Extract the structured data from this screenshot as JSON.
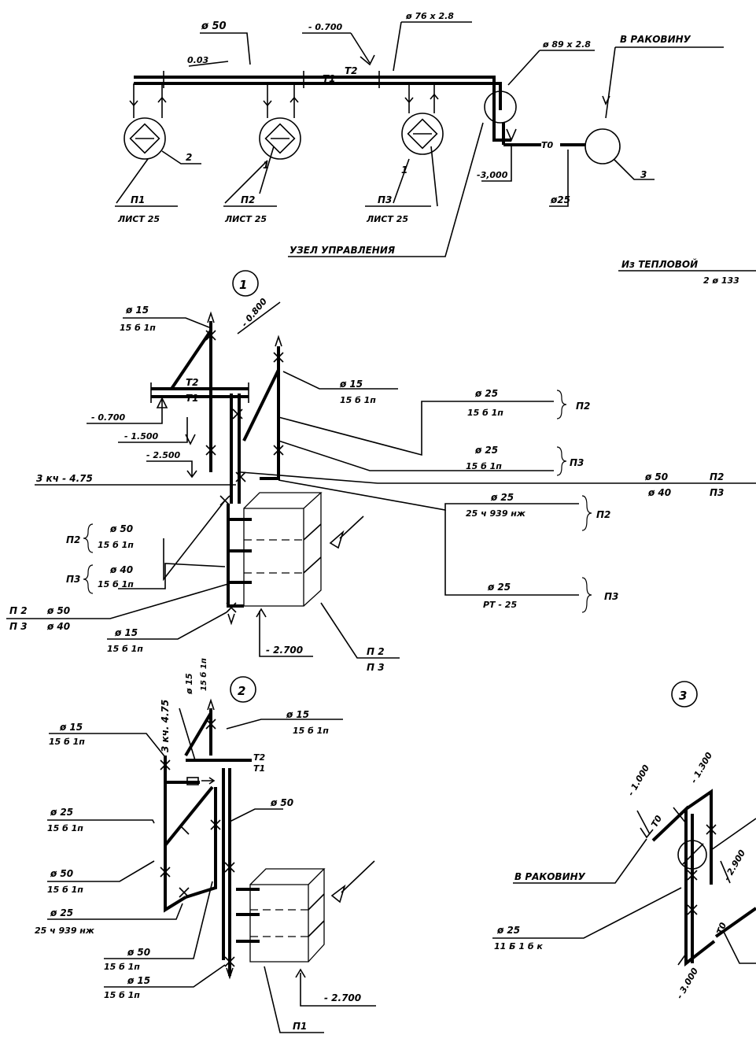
{
  "plan": {
    "d50": "ø 50",
    "d76": "ø 76 x 2.8",
    "elev_0700": "- 0.700",
    "slope": "0.03",
    "t2": "T2",
    "t1": "T1",
    "d89": "ø 89 x 2.8",
    "to_sink": "В  РАКОВИНУ",
    "t0": "T0",
    "elev_3000": "-3,000",
    "d25": "ø25",
    "num2": "2",
    "num1a": "1",
    "num1b": "1",
    "num3": "3",
    "p1": "П1",
    "p2": "П2",
    "p3": "П3",
    "sheet": "ЛИСТ 25",
    "control_unit": "УЗЕЛ УПРАВЛЕНИЯ",
    "from_network": "Из  ТЕПЛОВОЙ",
    "from_network_d": "2 ø 133"
  },
  "node1": {
    "num": "1",
    "v_d15": "ø 15",
    "v_spec": "15 б 1п",
    "elev_0800": "- 0.800",
    "r_d15": "ø 15",
    "r_spec": "15 б 1п",
    "t2": "T2",
    "t1": "T1",
    "elev_0700": "- 0.700",
    "elev_1500": "- 1.500",
    "elev_2500": "- 2.500",
    "floor": "3 кч - 4.75",
    "c1_d": "ø 25",
    "c1_spec": "15 б 1п",
    "c1_tag": "П2",
    "c2_d": "ø 25",
    "c2_spec": "15 б 1п",
    "c2_tag": "П3",
    "main_d50": "ø 50",
    "main_p2": "П2",
    "main_d40": "ø 40",
    "main_p3": "П3",
    "c3_d": "ø 25",
    "c3_spec": "25 ч 939 нж",
    "c3_tag": "П2",
    "c4_d": "ø 25",
    "c4_spec": "РТ - 25",
    "c4_tag": "П3",
    "l1_tag": "П2",
    "l1_d": "ø 50",
    "l1_spec": "15 б 1п",
    "l2_tag": "П3",
    "l2_d": "ø 40",
    "l2_spec": "15 б 1п",
    "l3_p2": "П 2",
    "l3_d50": "ø 50",
    "l3_p3": "П 3",
    "l3_d40": "ø 40",
    "b_d15": "ø 15",
    "b_spec": "15 б 1п",
    "elev_2700": "- 2.700",
    "u_p2": "П 2",
    "u_p3": "П 3"
  },
  "node2": {
    "num": "2",
    "floor": "3 кч. 4.75",
    "vd": "ø 15",
    "vspec": "15 б 1п",
    "l1_d": "ø 15",
    "l1_spec": "15 б 1п",
    "r1_d": "ø 15",
    "r1_spec": "15 б 1п",
    "t2": "T2",
    "t1": "T1",
    "d50": "ø 50",
    "l2_d": "ø 25",
    "l2_spec": "15 б 1п",
    "l3_d": "ø 50",
    "l3_spec": "15 б 1п",
    "l4_d": "ø 25",
    "l4_spec": "25 ч  939 нж",
    "l5_d": "ø 50",
    "l5_spec": "15 б 1п",
    "l6_d": "ø 15",
    "l6_spec": "15 б 1п",
    "elev_2700": "- 2.700",
    "tag": "П1"
  },
  "node3": {
    "num": "3",
    "elev_1000": "- 1.000",
    "elev_1300": "- 1.300",
    "t0a": "T0",
    "elev_2900": "- 2.900",
    "to_sink": "В  РАКОВИНУ",
    "d25": "ø 25",
    "spec": "11 Б 1 б к",
    "t0b": "T0",
    "elev_3000": "- 3.000"
  }
}
